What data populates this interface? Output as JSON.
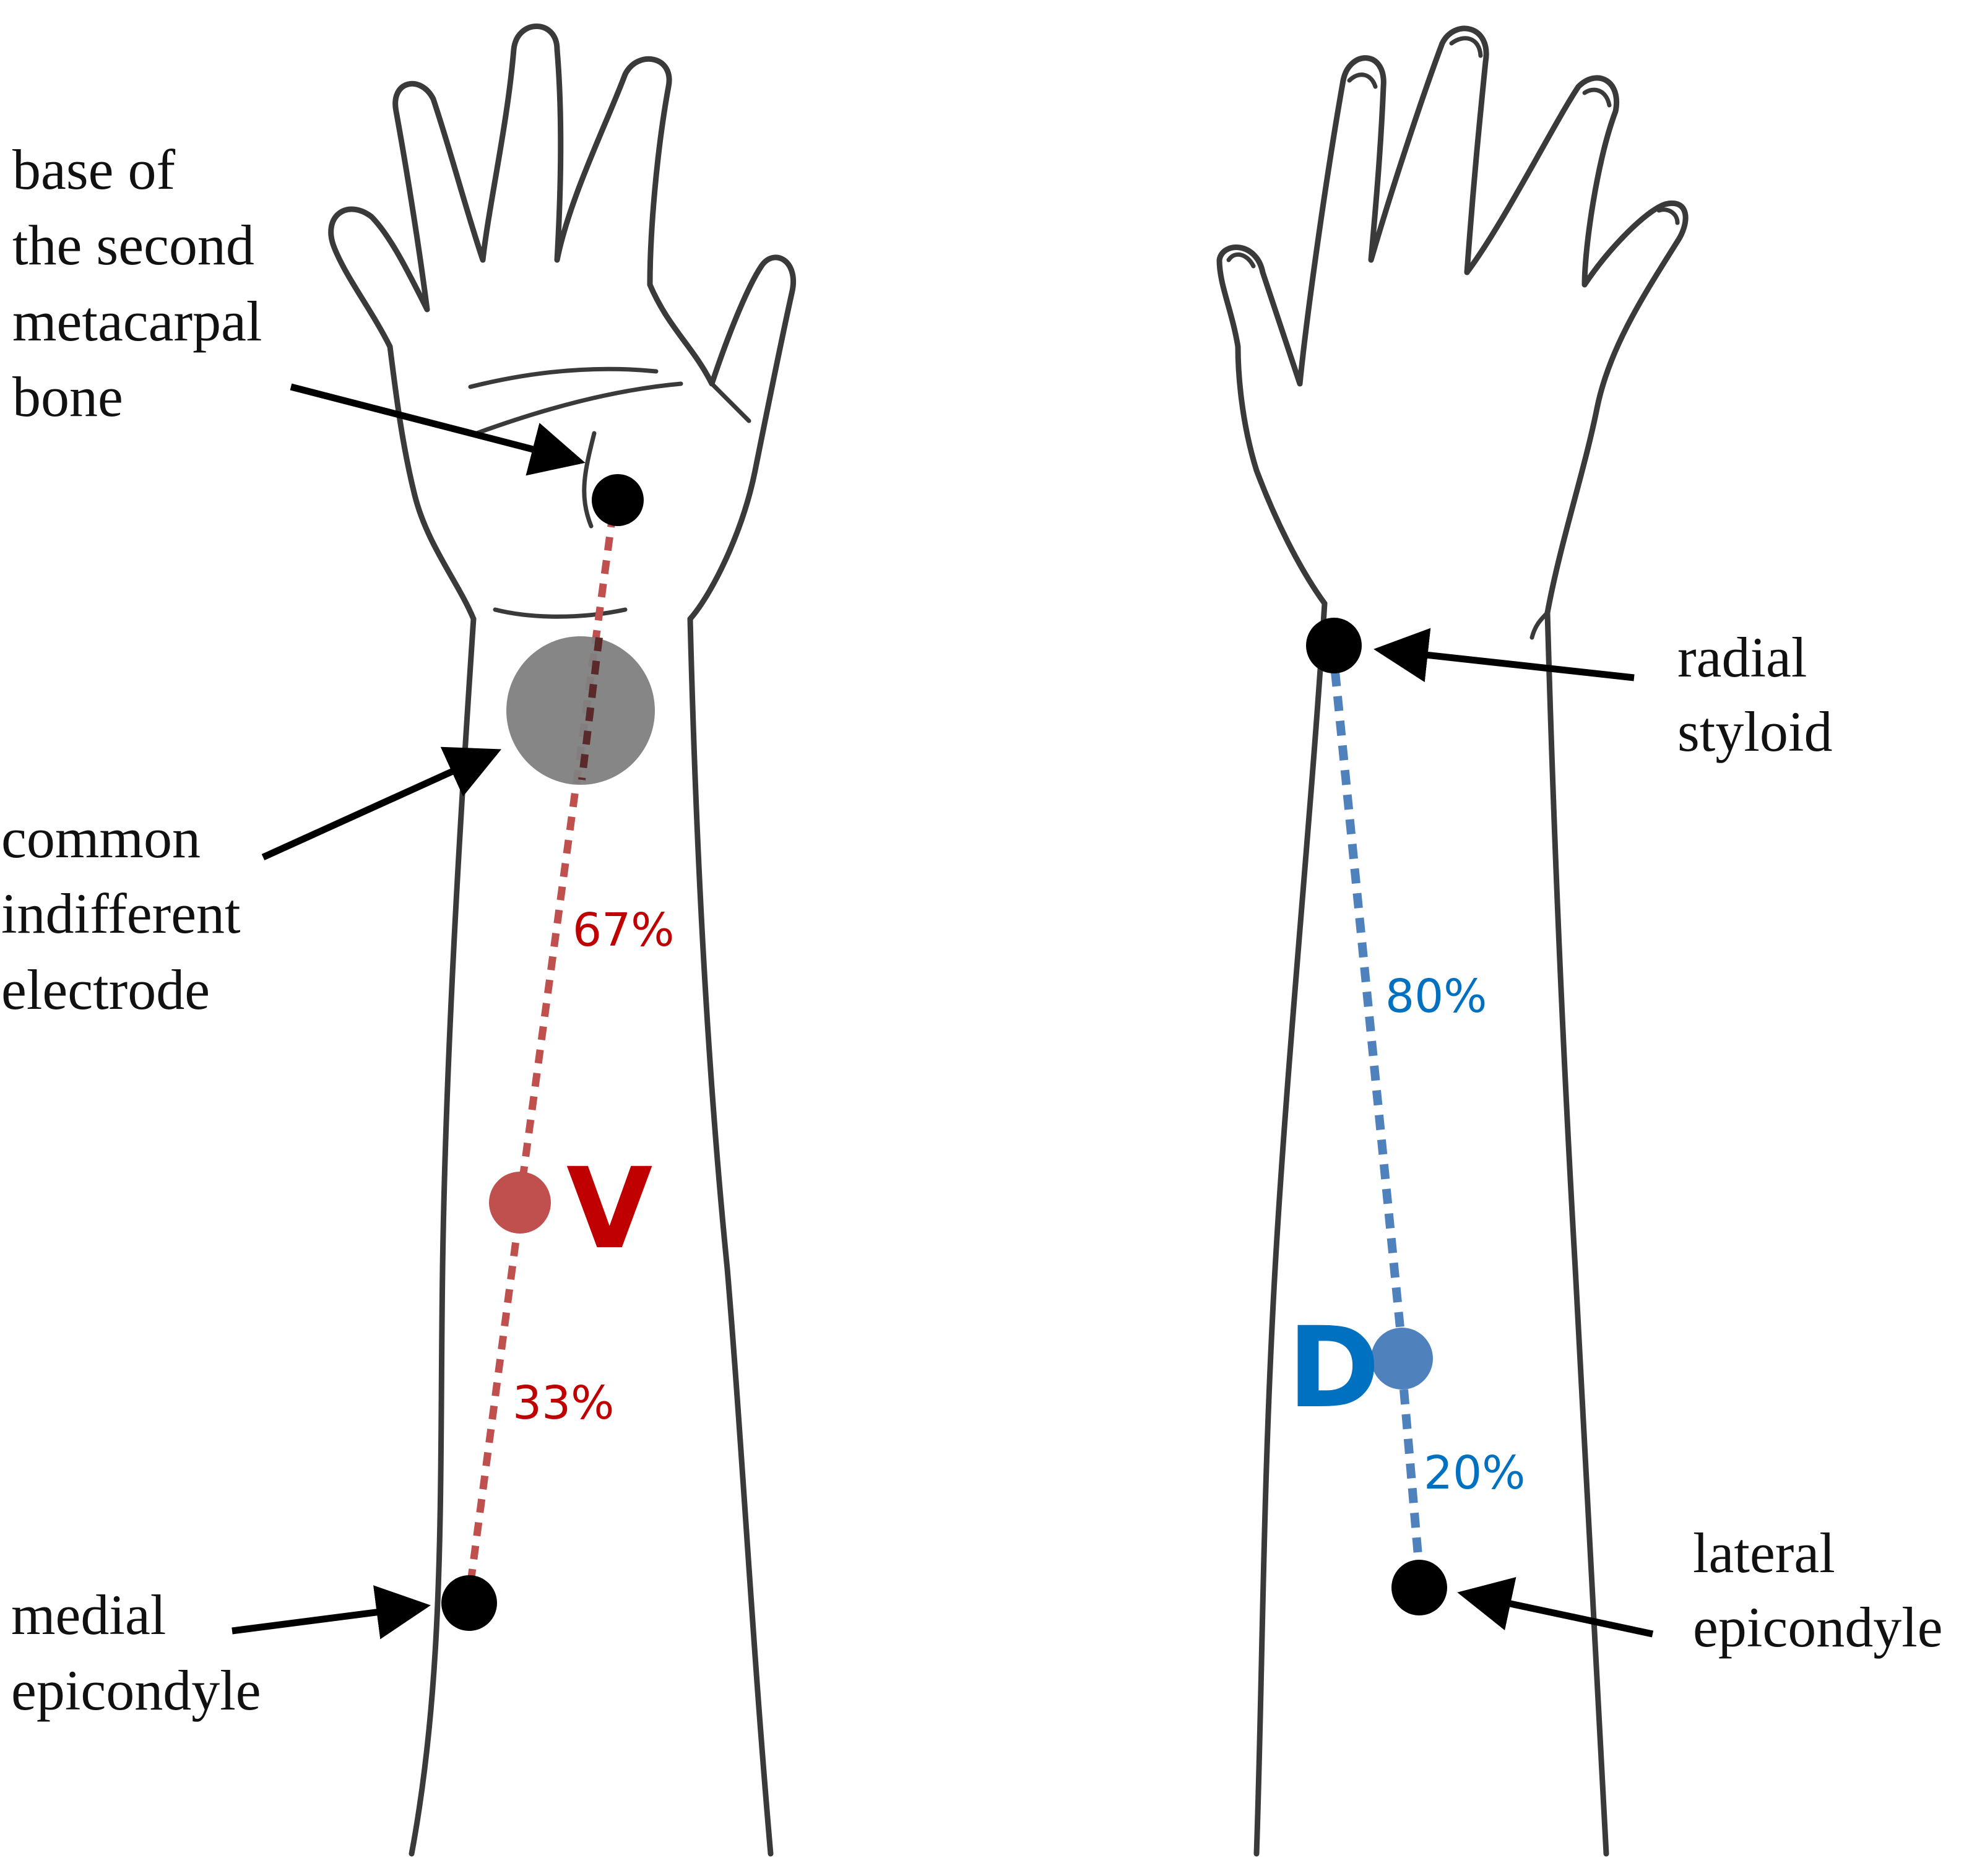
{
  "diagram": {
    "colors": {
      "ventral": "#c0504d",
      "ventral_text": "#c00000",
      "dorsal": "#4f81bd",
      "dorsal_text": "#0070c0",
      "landmark": "#000000",
      "electrode": "#808080"
    },
    "ventral_view": {
      "labels": {
        "metacarpal": [
          "base of",
          "the second",
          "metacarpal",
          "bone"
        ],
        "electrode": [
          "common",
          "indifferent",
          "electrode"
        ],
        "epicondyle": [
          "medial",
          "epicondyle"
        ]
      },
      "upper_segment_pct": "67%",
      "lower_segment_pct": "33%",
      "site_letter": "V"
    },
    "dorsal_view": {
      "labels": {
        "styloid": [
          "radial",
          "styloid"
        ],
        "epicondyle": [
          "lateral",
          "epicondyle"
        ]
      },
      "upper_segment_pct": "80%",
      "lower_segment_pct": "20%",
      "site_letter": "D"
    }
  }
}
